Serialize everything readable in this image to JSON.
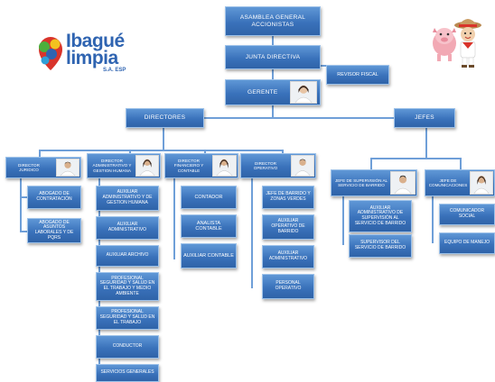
{
  "logo": {
    "line1": "Ibagué",
    "line2": "limpia",
    "suffix": "S.A. ESP"
  },
  "top": {
    "assembly": "ASAMBLEA GENERAL ACCIONISTAS",
    "board": "JUNTA DIRECTIVA",
    "auditor": "REVISOR FISCAL",
    "manager": "GERENTE"
  },
  "branches": {
    "directors": "DIRECTORES",
    "chiefs": "JEFES"
  },
  "directors": [
    {
      "title": "DIRECTOR JURIDICO",
      "children": [
        "ABOGADO DE CONTRATACIÓN",
        "ABOGADO DE ASUNTOS LABORALES Y DE PQRS"
      ]
    },
    {
      "title": "DIRECTOR ADMINISTRATIVO Y GESTION HUMANA",
      "children": [
        "AUXILIAR ADMINISTRATIVO Y DE GESTION HUMANA",
        "AUXILIAR ADMINISTRATIVO",
        "AUXILIAR ARCHIVO",
        "PROFESIONAL SEGURIDAD Y SALUD EN EL TRABAJO Y MEDIO AMBIENTE",
        "PROFESIONAL SEGURIDAD Y SALUD EN EL TRABAJO",
        "CONDUCTOR",
        "SERVICIOS GENERALES"
      ]
    },
    {
      "title": "DIRECTOR FINANCIERO Y CONTABLE",
      "children": [
        "CONTADOR",
        "ANALISTA CONTABLE",
        "AUXILIAR CONTABLE"
      ]
    },
    {
      "title": "DIRECTOR OPERATIVO",
      "children": [
        "JEFE DE BARRIDO Y ZONAS VERDES",
        "AUXILIAR OPERATIVO DE BARRIDO",
        "AUXILIAR ADMINISTRATIVO",
        "PERSONAL OPERATIVO"
      ]
    }
  ],
  "chiefs": [
    {
      "title": "JEFE DE SUPERVISIÓN AL SERVICIO DE BARRIDO",
      "children": [
        "AUXILIAR ADMINISTRATIVO DE SUPERVISIÓN AL SERVICIO DE BARRIDO",
        "SUPERVISOR DEL SERVICIO DE BARRIDO"
      ]
    },
    {
      "title": "JEFE DE COMUNICACIONES",
      "children": [
        "COMUNICADOR SOCIAL",
        "EQUIPO DE MANEJO"
      ]
    }
  ],
  "colors": {
    "box": "#3a72bb",
    "line": "#6f9fd8",
    "logo_blue": "#2f64b1",
    "logo_green": "#4caf3c",
    "logo_red": "#d9342b",
    "logo_yellow": "#f3c21f"
  }
}
